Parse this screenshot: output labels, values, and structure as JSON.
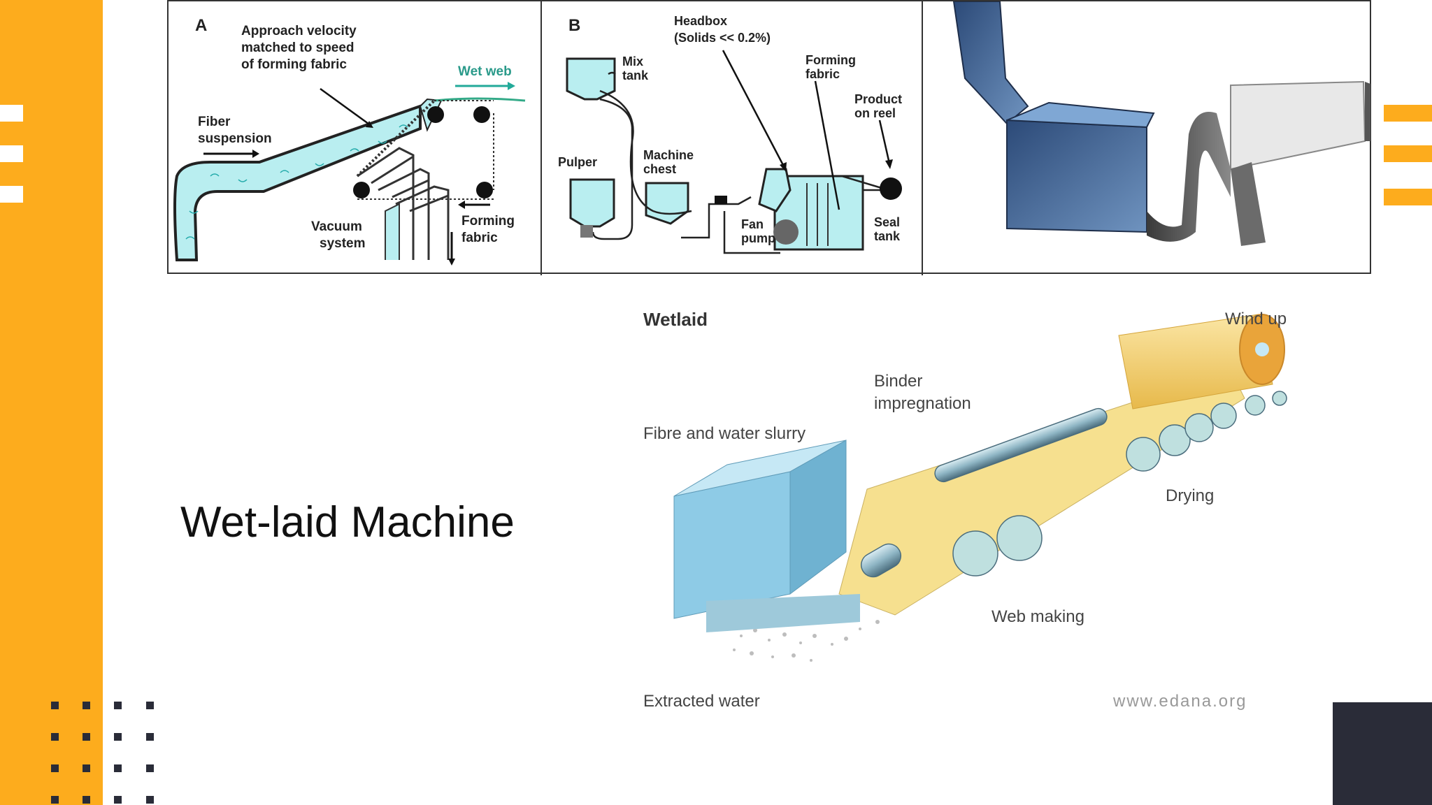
{
  "slide": {
    "title": "Wet-laid Machine",
    "colors": {
      "accent": "#fdac1d",
      "dark": "#2a2c38",
      "fluid": "#b9eef0",
      "slurry_box": "#8ecbe6",
      "web": "#f6e08f"
    }
  },
  "panel_a": {
    "letter": "A",
    "approach_line1": "Approach velocity",
    "approach_line2": "matched to speed",
    "approach_line3": "of forming fabric",
    "wet_web": "Wet web",
    "fiber_line1": "Fiber",
    "fiber_line2": "suspension",
    "vacuum_line1": "Vacuum",
    "vacuum_line2": "system",
    "forming_line1": "Forming",
    "forming_line2": "fabric"
  },
  "panel_b": {
    "letter": "B",
    "headbox_line1": "Headbox",
    "headbox_line2": "(Solids << 0.2%)",
    "mix_line1": "Mix",
    "mix_line2": "tank",
    "forming_line1": "Forming",
    "forming_line2": "fabric",
    "product_line1": "Product",
    "product_line2": "on reel",
    "pulper": "Pulper",
    "machine_line1": "Machine",
    "machine_line2": "chest",
    "fan_line1": "Fan",
    "fan_line2": "pump",
    "seal_line1": "Seal",
    "seal_line2": "tank"
  },
  "wetlaid_diagram": {
    "heading": "Wetlaid",
    "wind_up": "Wind up",
    "binder_line1": "Binder",
    "binder_line2": "impregnation",
    "fibre_slurry": "Fibre and water slurry",
    "drying": "Drying",
    "web_making": "Web making",
    "extracted_water": "Extracted  water",
    "watermark": "www.edana.org"
  }
}
